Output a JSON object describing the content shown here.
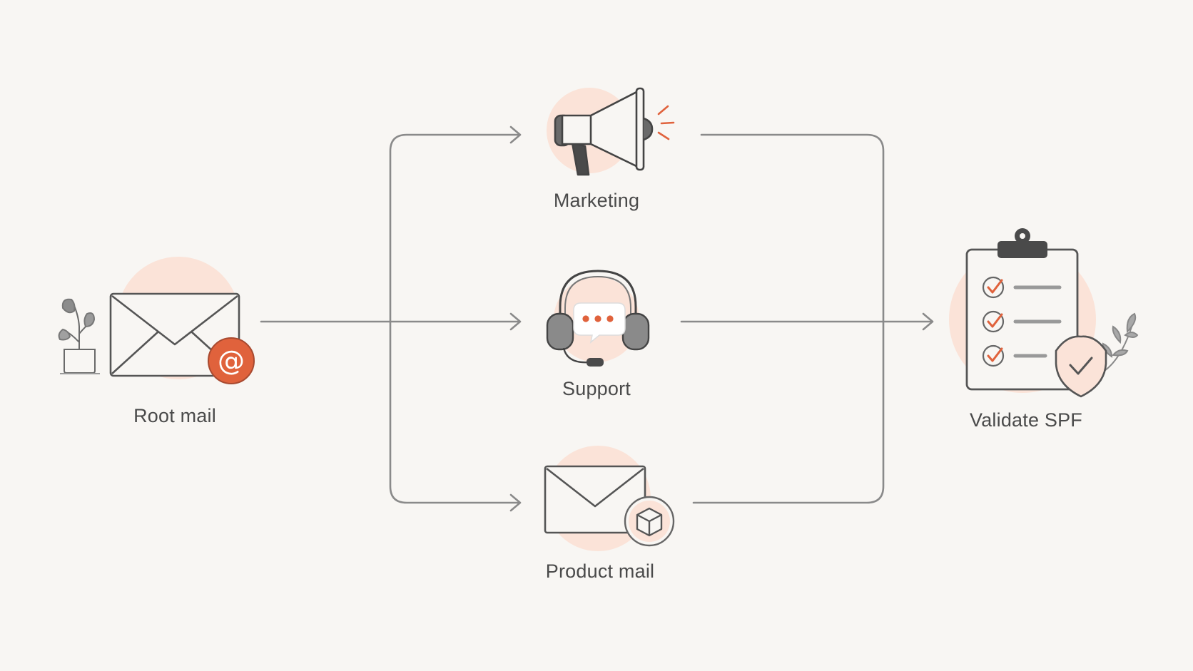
{
  "colors": {
    "background": "#f8f6f3",
    "accent": "#e0623c",
    "accent_soft": "#fbe3d8",
    "stroke": "#5a5a5a",
    "connector": "#8a8a8a"
  },
  "nodes": {
    "root": {
      "label": "Root mail",
      "icon": "envelope-at-icon"
    },
    "marketing": {
      "label": "Marketing",
      "icon": "megaphone-icon"
    },
    "support": {
      "label": "Support",
      "icon": "headset-chat-icon"
    },
    "product": {
      "label": "Product mail",
      "icon": "envelope-box-icon"
    },
    "validate": {
      "label": "Validate SPF",
      "icon": "clipboard-checklist-shield-icon"
    }
  },
  "edges": [
    {
      "from": "root",
      "to": "marketing"
    },
    {
      "from": "root",
      "to": "support"
    },
    {
      "from": "root",
      "to": "product"
    },
    {
      "from": "marketing",
      "to": "validate"
    },
    {
      "from": "support",
      "to": "validate"
    },
    {
      "from": "product",
      "to": "validate"
    }
  ]
}
